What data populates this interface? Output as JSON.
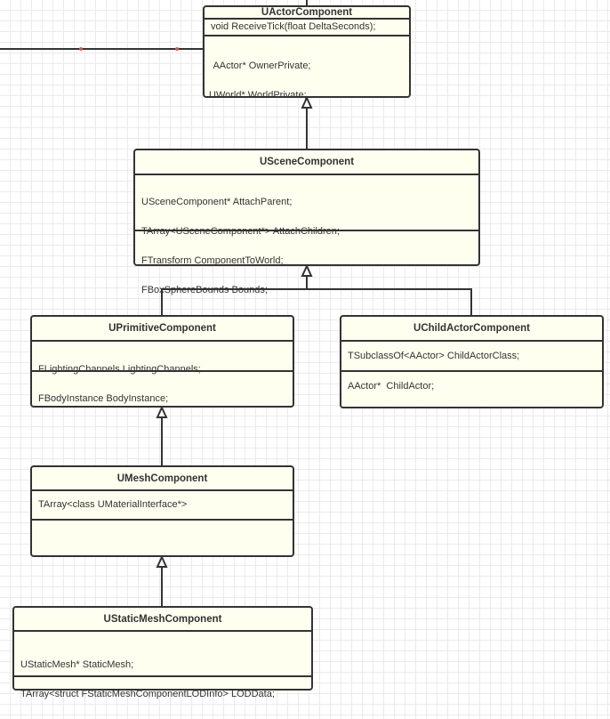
{
  "classes": {
    "actor": {
      "name": "UActorComponent",
      "methods": [
        "void ReceiveTick(float DeltaSeconds);"
      ],
      "fields": [
        " AActor* OwnerPrivate;",
        "UWorld* WorldPrivate;"
      ]
    },
    "scene": {
      "name": "USceneComponent",
      "fields": [
        "USceneComponent* AttachParent;",
        "TArray<USceneComponent*> AttachChildren;",
        "FTransform ComponentToWorld;",
        "FBoxSphereBounds Bounds;"
      ]
    },
    "primitive": {
      "name": "UPrimitiveComponent",
      "fields": [
        "FLightingChannels LightingChannels;",
        "FBodyInstance BodyInstance;"
      ]
    },
    "childactor": {
      "name": "UChildActorComponent",
      "fields": [
        "TSubclassOf<AActor> ChildActorClass;"
      ],
      "fields2": [
        "AActor*  ChildActor;"
      ]
    },
    "mesh": {
      "name": "UMeshComponent",
      "fields": [
        "TArray<class UMaterialInterface*>"
      ]
    },
    "staticmesh": {
      "name": "UStaticMeshComponent",
      "fields": [
        "UStaticMesh* StaticMesh;",
        "TArray<struct FStaticMeshComponentLODInfo> LODData;"
      ]
    }
  },
  "colors": {
    "box_fill": "#fffff0",
    "stroke": "#333333",
    "waypoint": "#e05555"
  }
}
